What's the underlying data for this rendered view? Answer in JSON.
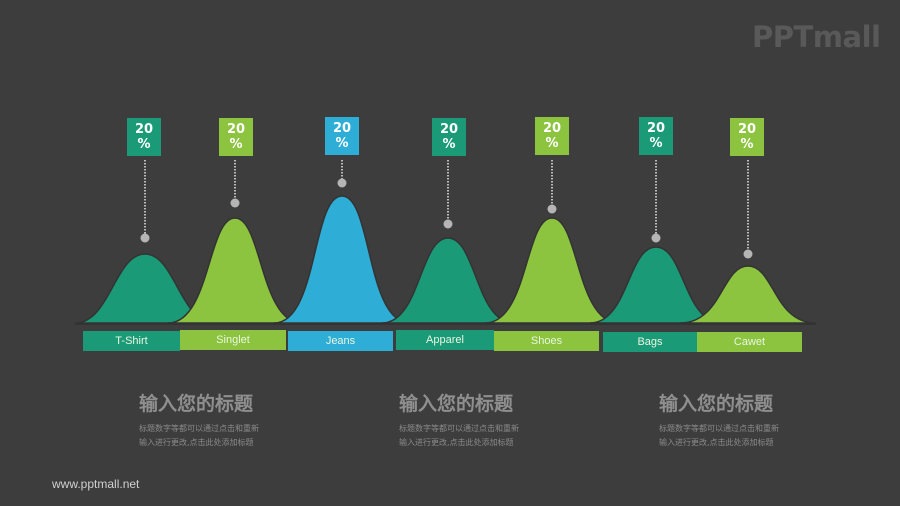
{
  "logo": "PPTmall",
  "footer": {
    "url": "www.pptmall.net"
  },
  "colors": {
    "background": "#3d3d3d",
    "dark_green": "#1b9a78",
    "light_green": "#8cc43f",
    "blue": "#2eaed6",
    "pin": "#aaaaaa"
  },
  "items": [
    {
      "label": "T-Shirt",
      "value": "20",
      "unit": "%",
      "color": "#1b9a78"
    },
    {
      "label": "Singlet",
      "value": "20",
      "unit": "%",
      "color": "#8cc43f"
    },
    {
      "label": "Jeans",
      "value": "20",
      "unit": "%",
      "color": "#2eaed6"
    },
    {
      "label": "Apparel",
      "value": "20",
      "unit": "%",
      "color": "#1b9a78"
    },
    {
      "label": "Shoes",
      "value": "20",
      "unit": "%",
      "color": "#8cc43f"
    },
    {
      "label": "Bags",
      "value": "20",
      "unit": "%",
      "color": "#1b9a78"
    },
    {
      "label": "Cawet",
      "value": "20",
      "unit": "%",
      "color": "#8cc43f"
    }
  ],
  "blocks": [
    {
      "title": "输入您的标题",
      "line1": "标题数字等都可以通过点击和重新",
      "line2": "输入进行更改,点击此处添加标题"
    },
    {
      "title": "输入您的标题",
      "line1": "标题数字等都可以通过点击和重新",
      "line2": "输入进行更改,点击此处添加标题"
    },
    {
      "title": "输入您的标题",
      "line1": "标题数字等都可以通过点击和重新",
      "line2": "输入进行更改,点击此处添加标题"
    }
  ]
}
